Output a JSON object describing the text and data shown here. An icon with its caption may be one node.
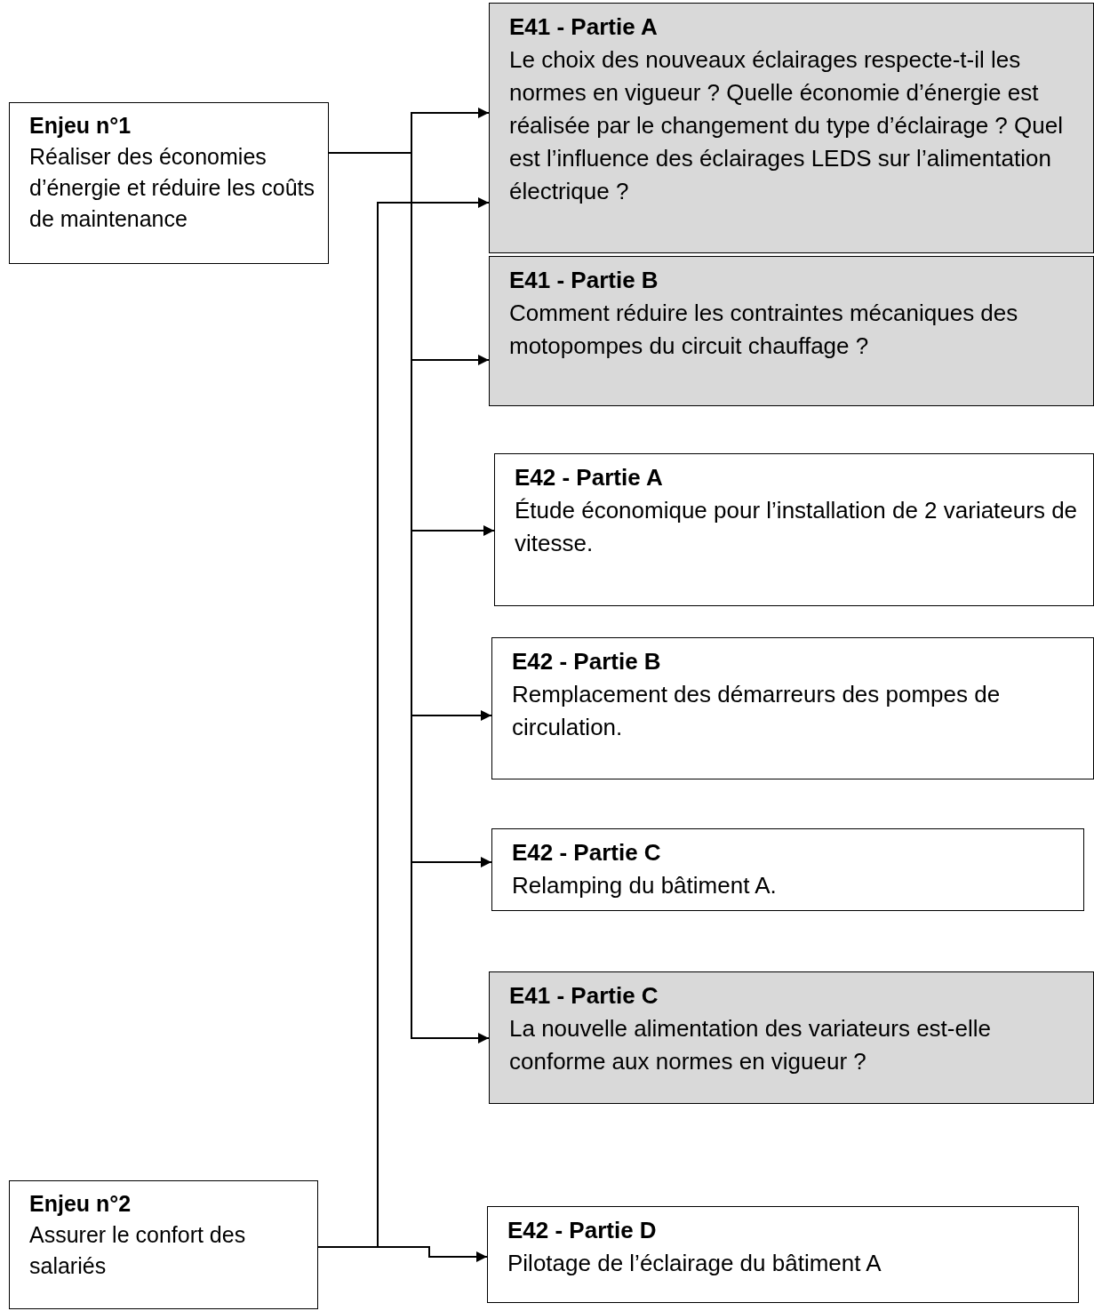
{
  "diagram": {
    "nodes": [
      {
        "text": [
          "Enjeu n°1",
          "Réaliser des économies d’énergie et réduire les coûts de maintenance"
        ]
      },
      {
        "text": [
          "E41 - Partie A",
          "Le choix des nouveaux éclairages respecte-t-il les normes en vigueur ? Quelle économie d’énergie est réalisée par le changement du type d’éclairage ? Quel est l’influence des éclairages LEDS sur l’alimentation électrique ?"
        ]
      },
      {
        "text": [
          "E41 - Partie B",
          "Comment réduire les contraintes mécaniques des motopompes du circuit chauffage ?"
        ]
      },
      {
        "text": [
          "E42 - Partie A",
          "Étude économique pour l’installation de 2 variateurs de vitesse."
        ]
      },
      {
        "text": [
          "E42 - Partie B",
          "Remplacement des démarreurs des pompes de circulation."
        ]
      },
      {
        "text": [
          "E42 - Partie C",
          "Relamping du bâtiment A."
        ]
      },
      {
        "text": [
          "E41 - Partie C",
          "La nouvelle alimentation des variateurs est-elle conforme aux normes en vigueur ?"
        ]
      },
      {
        "text": [
          "Enjeu n°2",
          "Assurer le confort des salariés"
        ]
      },
      {
        "text": [
          "E42 - Partie D",
          "Pilotage de l’éclairage du bâtiment A"
        ]
      }
    ],
    "edges": [
      {
        "from": 0,
        "to": 1,
        "arrow": "to"
      },
      {
        "from": 0,
        "to": 2,
        "arrow": "to"
      },
      {
        "from": 0,
        "to": 3,
        "arrow": "to"
      },
      {
        "from": 0,
        "to": 4,
        "arrow": "to"
      },
      {
        "from": 0,
        "to": 5,
        "arrow": "to"
      },
      {
        "from": 0,
        "to": 6,
        "arrow": "to"
      },
      {
        "from": 7,
        "to": 1,
        "arrow": "to"
      },
      {
        "from": 7,
        "to": 8,
        "arrow": "to"
      }
    ]
  }
}
